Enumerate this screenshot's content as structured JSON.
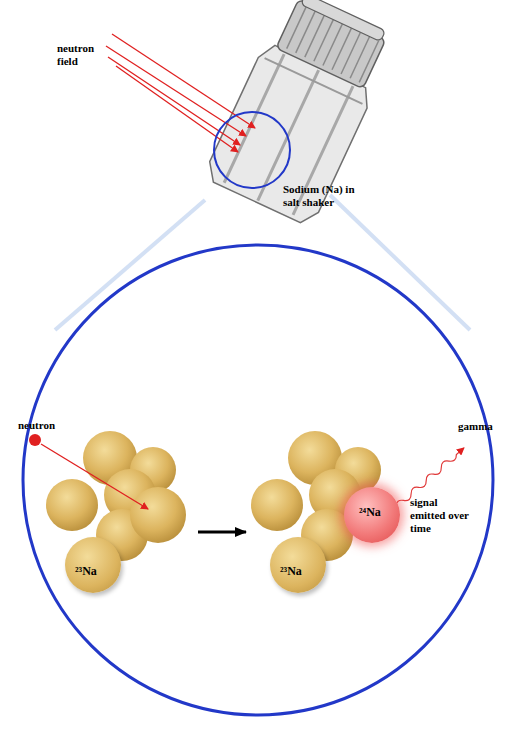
{
  "diagram": {
    "nodes": [
      {
        "text": [
          "²³Na"
        ]
      },
      {
        "text": [
          "²³Na"
        ]
      },
      {
        "text": [
          "²⁴Na"
        ]
      }
    ],
    "labels": [
      "neutron field",
      "Sodium (Na) in salt shaker",
      "neutron",
      "gamma",
      "signal emitted over time"
    ]
  }
}
